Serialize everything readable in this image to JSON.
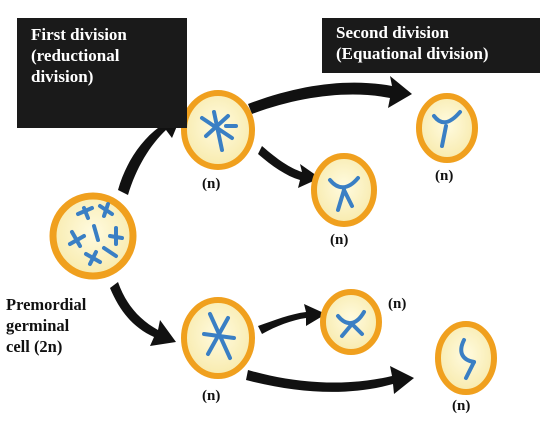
{
  "first_division": {
    "lines": [
      "First division",
      "(reductional",
      "division)"
    ]
  },
  "second_division": {
    "lines": [
      "Second division",
      "(Equational division)"
    ]
  },
  "germinal_cell": {
    "lines": [
      "Premordial",
      "germinal",
      "cell (2n)"
    ]
  },
  "ploidy_labels": {
    "top_left_cell": "(n)",
    "top_right_cell": "(n)",
    "top_lower_cell": "(n)",
    "bottom_left_cell": "(n)",
    "bottom_upper_right_cell": "(n)",
    "bottom_lower_right_cell": "(n)"
  },
  "colors": {
    "cell_border": "#f0a01e",
    "cell_fill": "#fbf2c4",
    "chromosome": "#3a7fc4",
    "arrow": "#111111",
    "label_box": "#1a1a1a"
  }
}
